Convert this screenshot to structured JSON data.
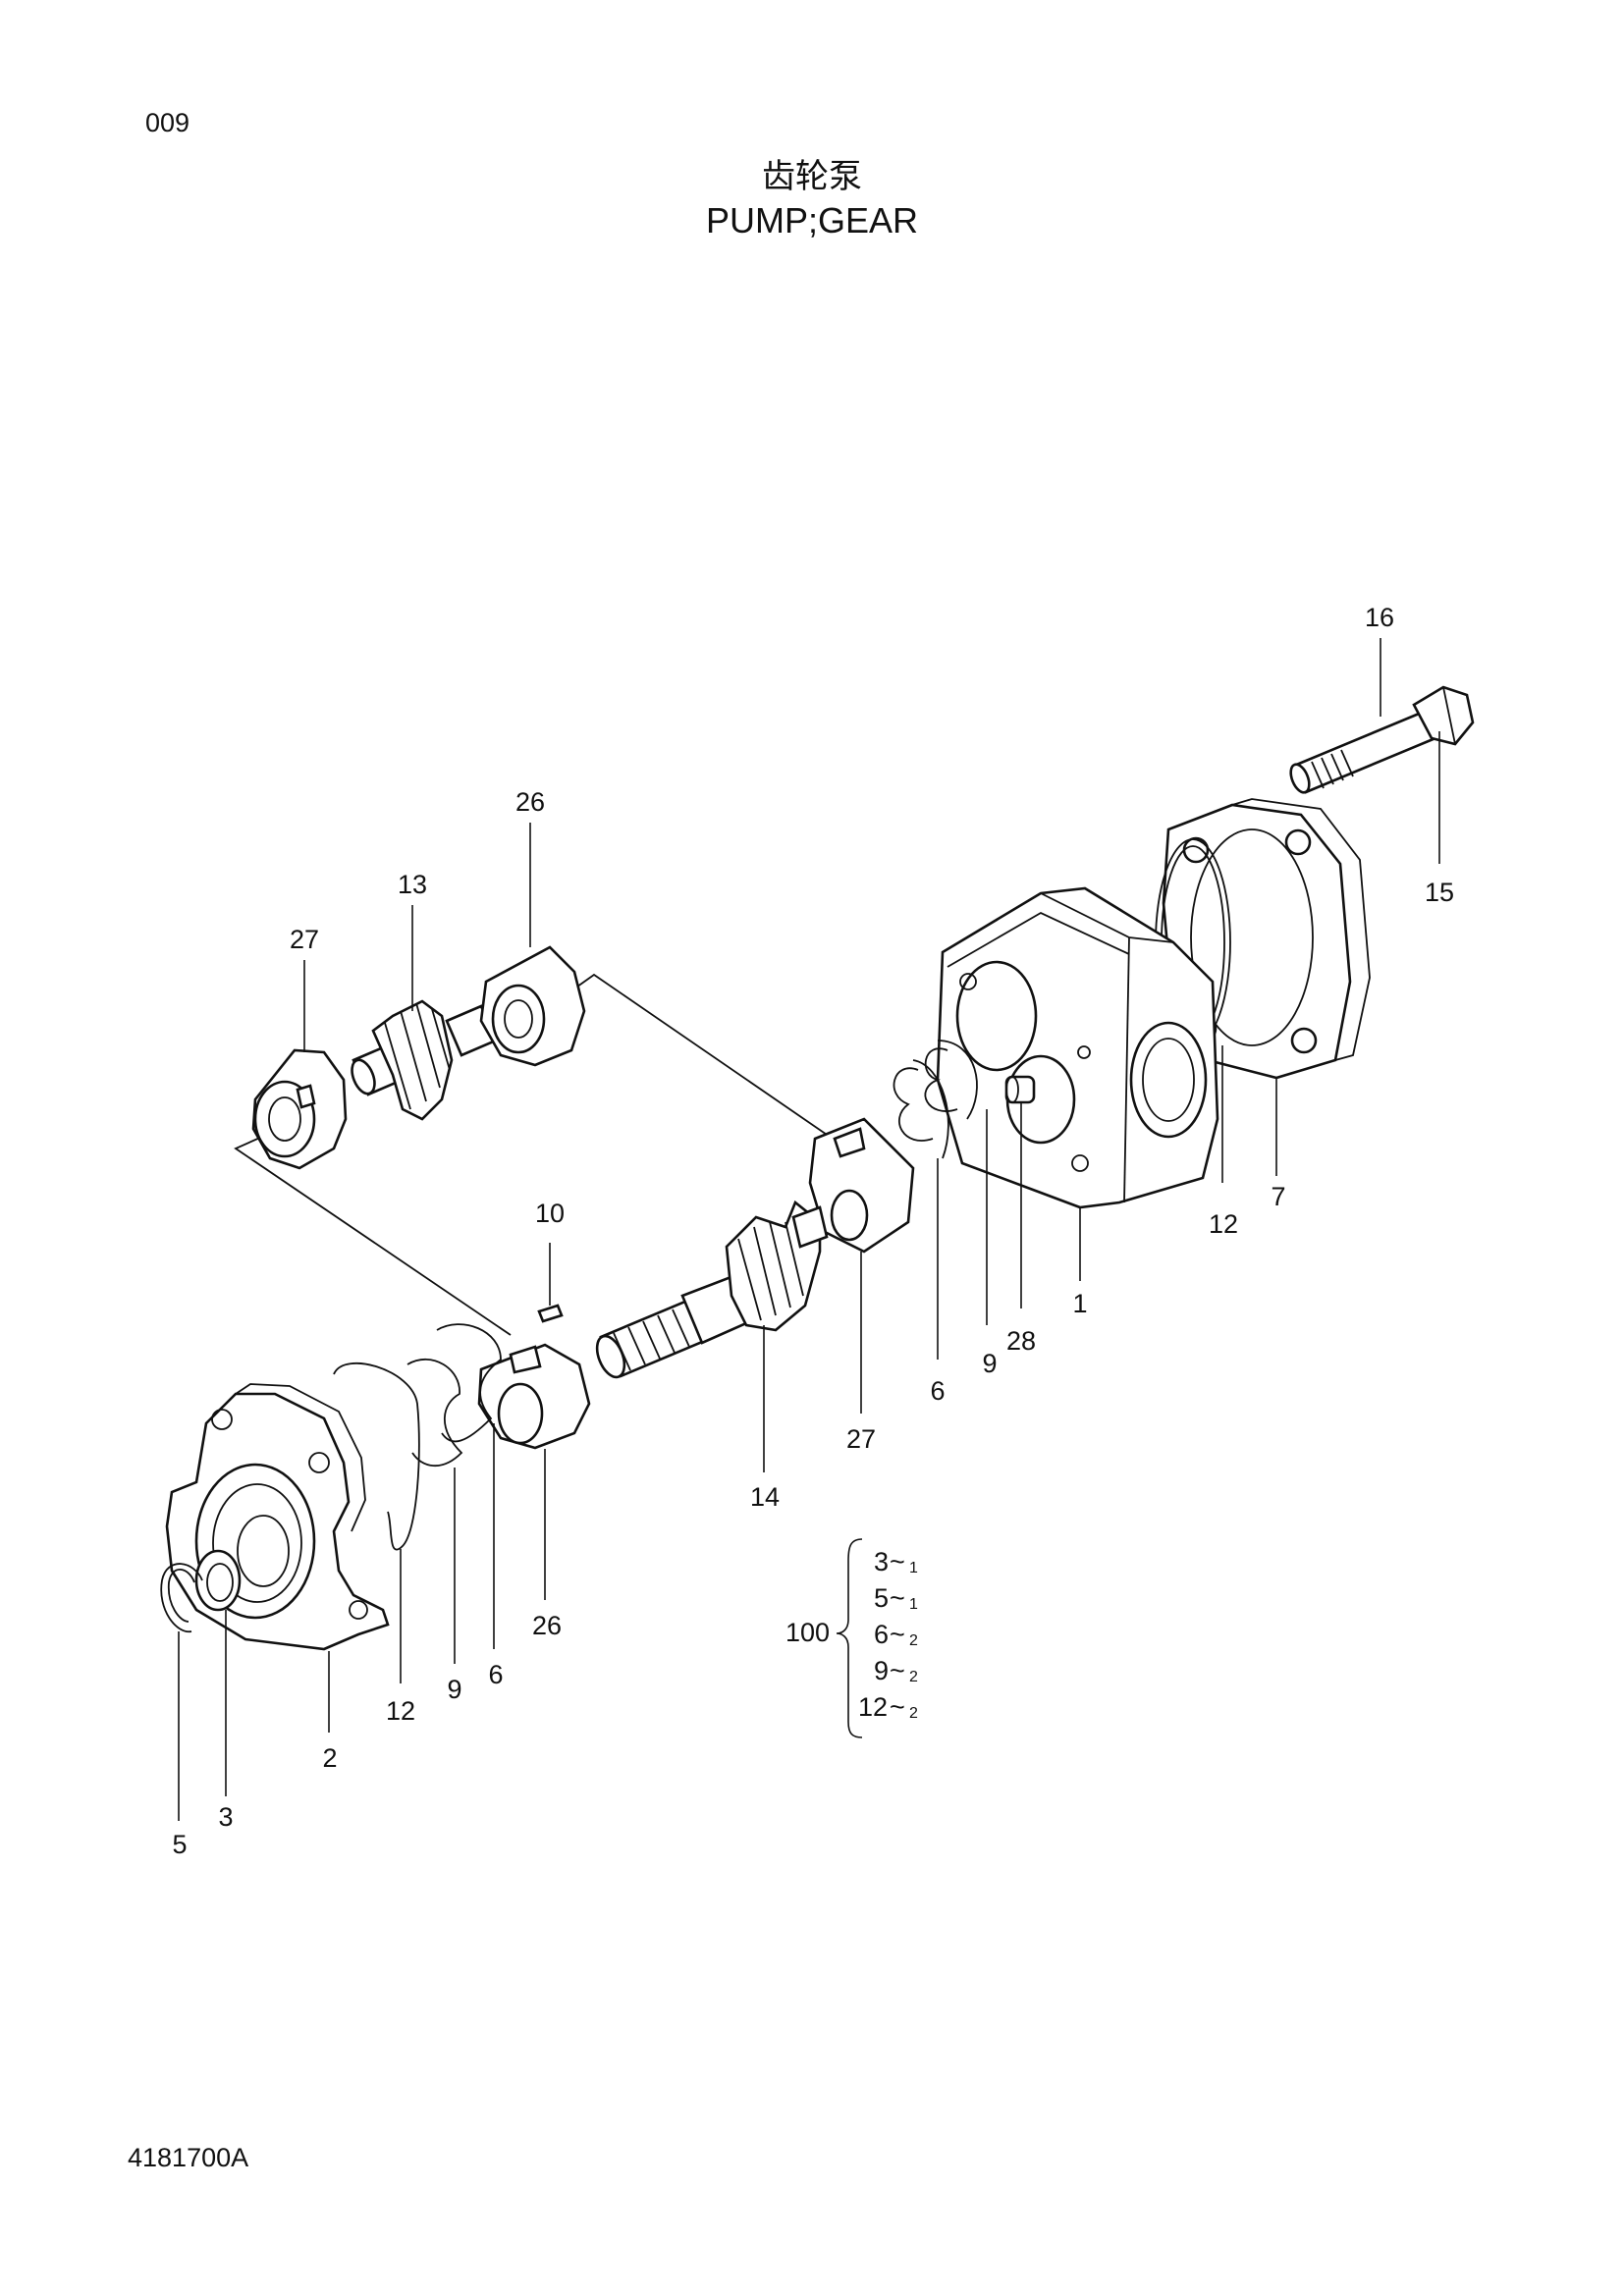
{
  "header": {
    "page_number": "009",
    "title_cn": "齿轮泵",
    "title_en": "PUMP;GEAR"
  },
  "footer": {
    "drawing_code": "4181700A"
  },
  "callouts": {
    "c1": "1",
    "c2": "2",
    "c3": "3",
    "c5": "5",
    "c6a": "6",
    "c6b": "6",
    "c7": "7",
    "c9a": "9",
    "c9b": "9",
    "c10": "10",
    "c12a": "12",
    "c12b": "12",
    "c13": "13",
    "c14": "14",
    "c15": "15",
    "c16": "16",
    "c26a": "26",
    "c26b": "26",
    "c27a": "27",
    "c27b": "27",
    "c28": "28"
  },
  "kit": {
    "number": "100",
    "items": [
      {
        "part": "3",
        "qty": "1"
      },
      {
        "part": "5",
        "qty": "1"
      },
      {
        "part": "6",
        "qty": "2"
      },
      {
        "part": "9",
        "qty": "2"
      },
      {
        "part": "12",
        "qty": "2"
      }
    ]
  }
}
